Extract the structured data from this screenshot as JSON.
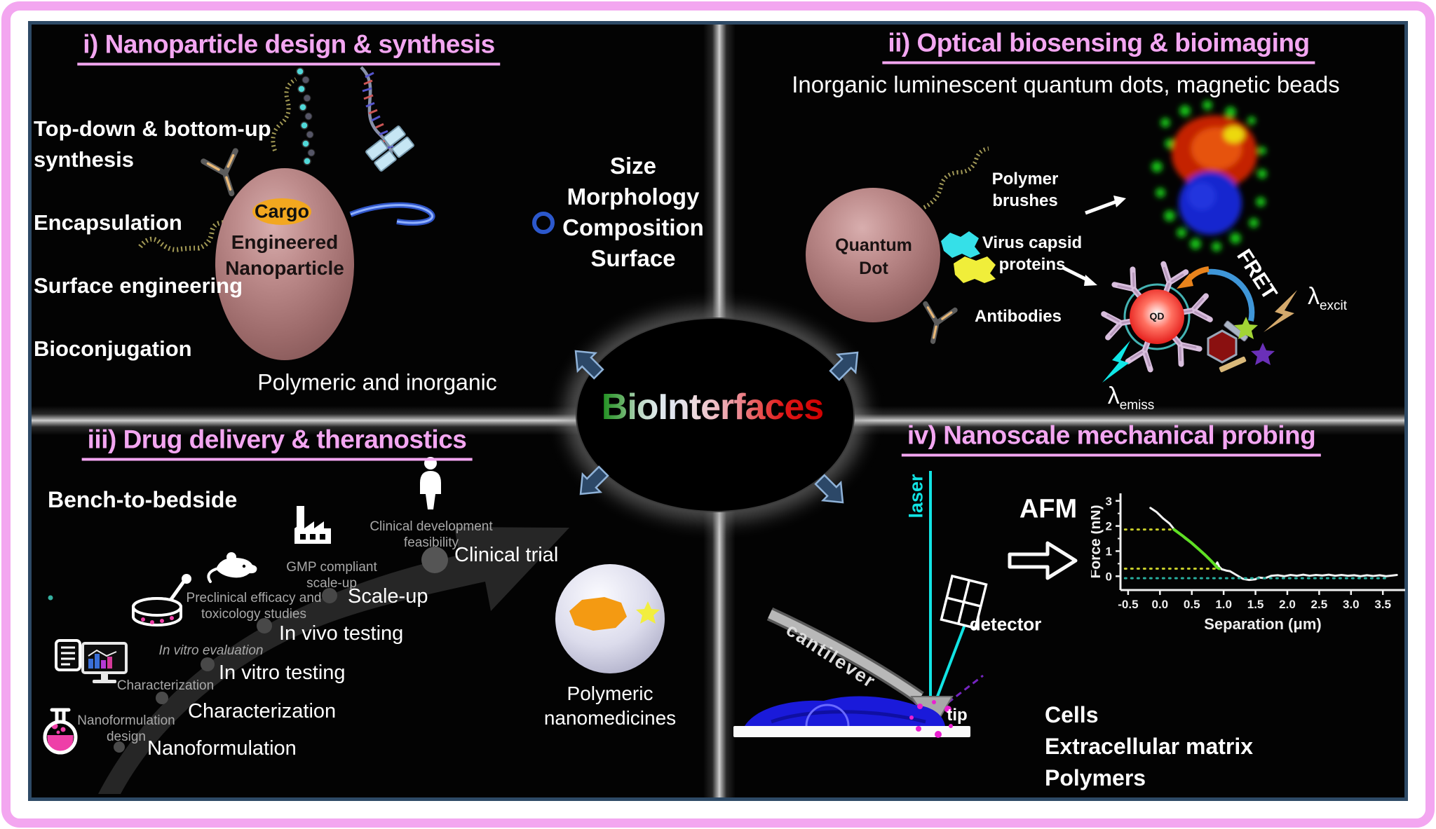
{
  "colors": {
    "frame_pink": "#f3a6f0",
    "title_pink": "#f3a6f1",
    "nanoparticle_rose": "#bd8b8b",
    "cargo_orange": "#f2a71f",
    "laser_cyan": "#12e4e4",
    "flask_pink": "#ee3fa8",
    "arrow_steel_blue": "#2c4868",
    "divider_gray": "#9c9c9c",
    "fret_arc_blue": "#3f96d8",
    "excitation_tan": "#d4a96c"
  },
  "logo": {
    "text": "BioInterfaces"
  },
  "q1": {
    "title": "i) Nanoparticle design & synthesis",
    "items": [
      "Top-down & bottom-up\nsynthesis",
      "Encapsulation",
      "Surface engineering",
      "Bioconjugation"
    ],
    "cargo": "Cargo",
    "sphere": "Engineered\nNanoparticle",
    "properties": "Size\nMorphology\nComposition\nSurface",
    "footer": "Polymeric and inorganic"
  },
  "q2": {
    "title": "ii) Optical biosensing & bioimaging",
    "subtitle": "Inorganic luminescent quantum dots, magnetic beads",
    "quantum_dot": "Quantum\nDot",
    "polymer_brushes": "Polymer\nbrushes",
    "virus_capsid": "Virus capsid\nproteins",
    "antibodies": "Antibodies",
    "fret": "FRET",
    "qd": "QD",
    "lambda": "λ",
    "excit": "excit",
    "emiss": "emiss"
  },
  "q3": {
    "title": "iii) Drug delivery & theranostics",
    "heading": "Bench-to-bedside",
    "milestones": [
      {
        "stage": "Nanoformulation",
        "detail": "Nanoformulation\ndesign"
      },
      {
        "stage": "Characterization",
        "detail": "Characterization"
      },
      {
        "stage": "In vitro testing",
        "detail": "In vitro evaluation"
      },
      {
        "stage": "In vivo testing",
        "detail": "Preclinical efficacy and\ntoxicology studies"
      },
      {
        "stage": "Scale-up",
        "detail": "GMP compliant\nscale-up"
      },
      {
        "stage": "Clinical trial",
        "detail": "Clinical development\nfeasibility"
      }
    ],
    "product": "Polymeric\nnanomedicines"
  },
  "q4": {
    "title": "iv) Nanoscale mechanical probing",
    "afm": "AFM",
    "laser": "laser",
    "cantilever": "cantilever",
    "detector": "detector",
    "tip": "tip",
    "materials": "Cells\nExtracellular matrix\nPolymers"
  },
  "chart_data": {
    "type": "line",
    "title": "AFM force curve",
    "xlabel": "Separation (μm)",
    "ylabel": "Force (nN)",
    "xlim": [
      -0.62,
      3.85
    ],
    "ylim": [
      -0.55,
      3.3
    ],
    "xticks": [
      -0.5,
      0.0,
      0.5,
      1.0,
      1.5,
      2.0,
      2.5,
      3.0,
      3.5
    ],
    "yticks": [
      0,
      1,
      2,
      3
    ],
    "yminor": [
      0.5,
      1.5,
      2.5
    ],
    "series": [
      {
        "name": "force curve",
        "color": "#f2f2f2",
        "width": 3,
        "dash": null,
        "points": [
          [
            -0.15,
            2.72
          ],
          [
            -0.05,
            2.55
          ],
          [
            0.05,
            2.3
          ],
          [
            0.15,
            2.1
          ],
          [
            0.22,
            1.88
          ],
          [
            0.3,
            1.72
          ],
          [
            0.4,
            1.5
          ],
          [
            0.5,
            1.32
          ],
          [
            0.6,
            1.1
          ],
          [
            0.7,
            0.88
          ],
          [
            0.78,
            0.68
          ],
          [
            0.84,
            0.52
          ],
          [
            0.87,
            0.42
          ],
          [
            0.9,
            0.55
          ],
          [
            0.93,
            0.38
          ],
          [
            0.97,
            0.28
          ],
          [
            1.05,
            0.22
          ],
          [
            1.1,
            0.2
          ],
          [
            1.2,
            0.05
          ],
          [
            1.3,
            -0.1
          ],
          [
            1.4,
            -0.15
          ],
          [
            1.5,
            -0.12
          ],
          [
            1.55,
            -0.05
          ],
          [
            1.65,
            -0.08
          ],
          [
            1.75,
            0.02
          ],
          [
            1.85,
            0.04
          ],
          [
            1.95,
            0.0
          ],
          [
            2.05,
            0.05
          ],
          [
            2.15,
            0.02
          ],
          [
            2.25,
            0.06
          ],
          [
            2.35,
            0.02
          ],
          [
            2.45,
            0.05
          ],
          [
            2.55,
            0.03
          ],
          [
            2.65,
            0.06
          ],
          [
            2.75,
            0.02
          ],
          [
            2.85,
            0.05
          ],
          [
            2.95,
            0.02
          ],
          [
            3.05,
            0.04
          ],
          [
            3.15,
            0.0
          ],
          [
            3.25,
            0.04
          ],
          [
            3.35,
            0.01
          ],
          [
            3.45,
            0.04
          ],
          [
            3.55,
            0.0
          ],
          [
            3.65,
            0.03
          ],
          [
            3.72,
            0.05
          ]
        ]
      },
      {
        "name": "elastic fit segment",
        "color": "#5fe024",
        "width": 4,
        "dash": null,
        "points": [
          [
            0.22,
            1.86
          ],
          [
            0.35,
            1.62
          ],
          [
            0.5,
            1.32
          ],
          [
            0.62,
            1.05
          ],
          [
            0.72,
            0.82
          ],
          [
            0.8,
            0.62
          ],
          [
            0.86,
            0.46
          ],
          [
            0.9,
            0.34
          ],
          [
            0.93,
            0.3
          ]
        ]
      },
      {
        "name": "upper guide",
        "color": "#c8ce2a",
        "width": 3,
        "dash": "2 7",
        "points": [
          [
            -0.55,
            1.86
          ],
          [
            0.22,
            1.86
          ]
        ]
      },
      {
        "name": "lower guide",
        "color": "#c8ce2a",
        "width": 3,
        "dash": "2 7",
        "points": [
          [
            -0.55,
            0.3
          ],
          [
            0.9,
            0.3
          ]
        ]
      },
      {
        "name": "zero baseline",
        "color": "#28b0a0",
        "width": 3,
        "dash": "2 7",
        "points": [
          [
            -0.55,
            -0.08
          ],
          [
            3.6,
            -0.08
          ]
        ]
      }
    ]
  }
}
